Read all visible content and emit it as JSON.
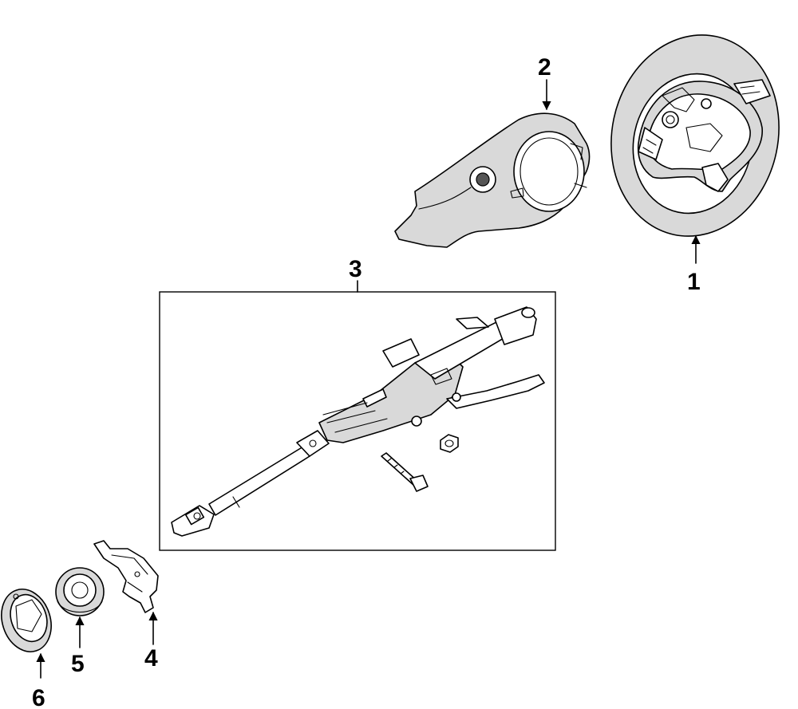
{
  "diagram": {
    "callouts": [
      {
        "id": "1",
        "label": "1"
      },
      {
        "id": "2",
        "label": "2"
      },
      {
        "id": "3",
        "label": "3"
      },
      {
        "id": "4",
        "label": "4"
      },
      {
        "id": "5",
        "label": "5"
      },
      {
        "id": "6",
        "label": "6"
      }
    ]
  },
  "colors": {
    "line": "#000000",
    "background": "#ffffff",
    "shade": "#d9d9d9"
  }
}
